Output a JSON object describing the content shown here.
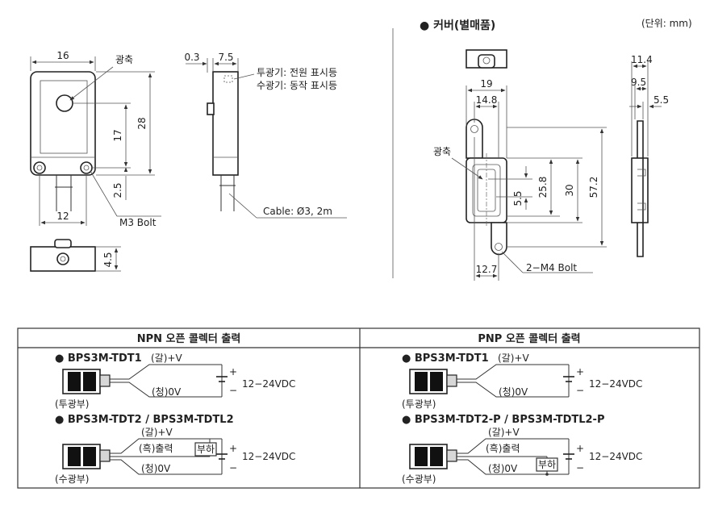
{
  "unit_note": "(단위: mm)",
  "cover_title": "● 커버(별매품)",
  "left_drawing": {
    "dim_16": "16",
    "dim_12": "12",
    "dim_17": "17",
    "dim_28": "28",
    "dim_25": "2.5",
    "dim_45": "4.5",
    "label_optical_axis": "광축",
    "label_m3_bolt": "M3 Bolt"
  },
  "side_drawing": {
    "dim_03": "0.3",
    "dim_75": "7.5",
    "label_emitter_led": "투광기: 전원 표시등",
    "label_receiver_led": "수광기: 동작 표시등",
    "label_cable": "Cable: Ø3, 2m"
  },
  "cover_drawing": {
    "dim_19": "19",
    "dim_148": "14.8",
    "dim_55_left": "5.5",
    "dim_258": "25.8",
    "dim_30": "30",
    "dim_572": "57.2",
    "dim_127": "12.7",
    "dim_114": "11.4",
    "dim_95": "9.5",
    "dim_55_right": "5.5",
    "label_optical_axis": "광축",
    "label_m4_bolt": "2−M4 Bolt"
  },
  "wiring": {
    "npn": {
      "header": "NPN 오픈 콜렉터 출력",
      "model1": "● BPS3M-TDT1",
      "model2": "● BPS3M-TDT2 / BPS3M-TDTL2",
      "brown_v": "(갈)+V",
      "blue_0v": "(청)0V",
      "black_out": "(흑)출력",
      "load": "부하",
      "supply": "12−24VDC",
      "plus": "+",
      "minus": "−",
      "emitter": "(투광부)",
      "receiver": "(수광부)"
    },
    "pnp": {
      "header": "PNP 오픈 콜렉터 출력",
      "model1": "● BPS3M-TDT1",
      "model2": "● BPS3M-TDT2-P / BPS3M-TDTL2-P",
      "brown_v": "(갈)+V",
      "blue_0v": "(청)0V",
      "black_out": "(흑)출력",
      "load": "부하",
      "supply": "12−24VDC",
      "plus": "+",
      "minus": "−",
      "emitter": "(투광부)",
      "receiver": "(수광부)"
    }
  }
}
